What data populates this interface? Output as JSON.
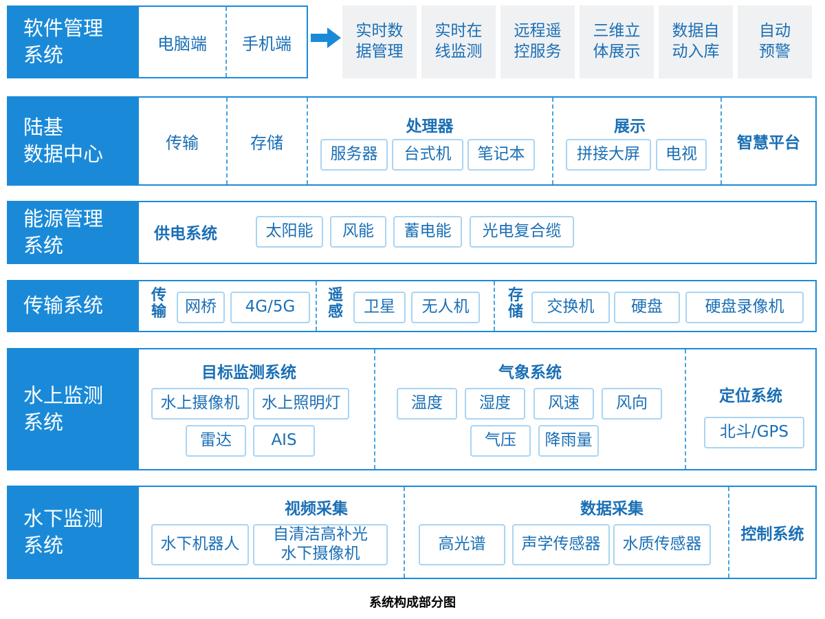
{
  "rows": {
    "software": {
      "label": "软件管理\n系统",
      "clients": [
        "电脑端",
        "手机端"
      ],
      "features": [
        "实时数\n据管理",
        "实时在\n线监测",
        "远程遥\n控服务",
        "三维立\n体展示",
        "数据自\n动入库",
        "自动\n预警"
      ]
    },
    "datacenter": {
      "label": "陆基\n数据中心",
      "transmit": "传输",
      "storage": "存储",
      "processor": {
        "title": "处理器",
        "items": [
          "服务器",
          "台式机",
          "笔记本"
        ]
      },
      "display": {
        "title": "展示",
        "items": [
          "拼接大屏",
          "电视"
        ]
      },
      "platform": "智慧平台"
    },
    "energy": {
      "label": "能源管理\n系统",
      "supply": "供电系统",
      "items": [
        "太阳能",
        "风能",
        "蓄电能",
        "光电复合缆"
      ]
    },
    "transmission": {
      "label": "传输系统",
      "groups": [
        {
          "title": "传\n输",
          "items": [
            "网桥",
            "4G/5G"
          ]
        },
        {
          "title": "遥\n感",
          "items": [
            "卫星",
            "无人机"
          ]
        },
        {
          "title": "存\n储",
          "items": [
            "交换机",
            "硬盘",
            "硬盘录像机"
          ]
        }
      ]
    },
    "surface": {
      "label": "水上监测\n系统",
      "target": {
        "title": "目标监测系统",
        "items": [
          "水上摄像机",
          "水上照明灯",
          "雷达",
          "AIS"
        ]
      },
      "weather": {
        "title": "气象系统",
        "items": [
          "温度",
          "湿度",
          "风速",
          "风向",
          "气压",
          "降雨量"
        ]
      },
      "positioning": {
        "title": "定位系统",
        "items": [
          "北斗/GPS"
        ]
      }
    },
    "underwater": {
      "label": "水下监测\n系统",
      "video": {
        "title": "视频采集",
        "items": [
          "水下机器人",
          "自清洁高补光\n水下摄像机"
        ]
      },
      "data": {
        "title": "数据采集",
        "items": [
          "高光谱",
          "声学传感器",
          "水质传感器"
        ]
      },
      "control": "控制系统"
    }
  },
  "caption": "系统构成部分图",
  "colors": {
    "primary": "#1a8ad8",
    "text": "#1a6fb5",
    "chip_border": "#a9d4f3",
    "feature_bg": "#f0f1f3"
  },
  "icons": {
    "arrow": "arrow-right-icon"
  }
}
